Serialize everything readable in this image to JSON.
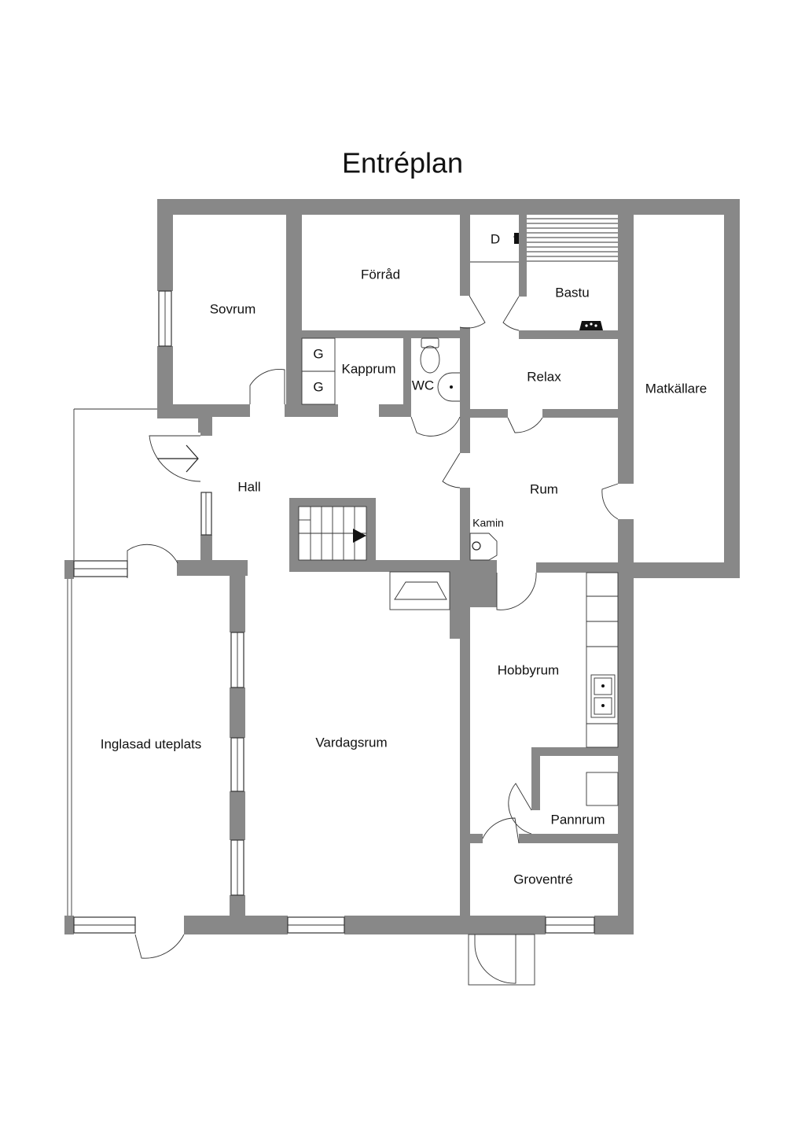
{
  "title": "Entréplan",
  "rooms": {
    "sovrum": "Sovrum",
    "forrad": "Förråd",
    "bastu": "Bastu",
    "matkallare": "Matkällare",
    "kapprum": "Kapprum",
    "wc": "WC",
    "relax": "Relax",
    "hall": "Hall",
    "rum": "Rum",
    "inglasad_uteplats": "Inglasad uteplats",
    "vardagsrum": "Vardagsrum",
    "hobbyrum": "Hobbyrum",
    "pannrum": "Pannrum",
    "groventre": "Groventré"
  },
  "fixtures": {
    "dryer": "D",
    "wardrobe_1": "G",
    "wardrobe_2": "G",
    "kamin": "Kamin"
  },
  "colors": {
    "wall": "#888888",
    "line": "#222222",
    "background": "#ffffff"
  }
}
